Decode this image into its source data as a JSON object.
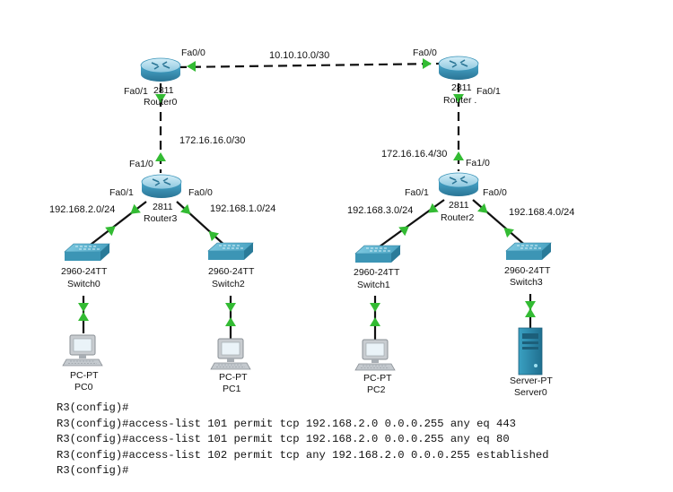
{
  "links": {
    "wan": "10.10.10.0/30",
    "router0_router3": "172.16.16.0/30",
    "router1_router2": "172.16.16.4/30",
    "router3_switch0": "192.168.2.0/24",
    "router3_switch2": "192.168.1.0/24",
    "router2_switch1": "192.168.3.0/24",
    "router2_switch3": "192.168.4.0/24"
  },
  "ports": {
    "router0_fa00": "Fa0/0",
    "router0_fa01": "Fa0/1",
    "router1_fa00": "Fa0/0",
    "router1_fa01": "Fa0/1",
    "router3_fa10": "Fa1/0",
    "router3_fa01": "Fa0/1",
    "router3_fa00": "Fa0/0",
    "router2_fa10": "Fa1/0",
    "router2_fa01": "Fa0/1",
    "router2_fa00": "Fa0/0"
  },
  "devices": {
    "router0": {
      "model": "2811",
      "name": "Router0"
    },
    "router1": {
      "model": "2811",
      "name": "Router ."
    },
    "router3": {
      "model": "2811",
      "name": "Router3"
    },
    "router2": {
      "model": "2811",
      "name": "Router2"
    },
    "switch0": {
      "model": "2960-24TT",
      "name": "Switch0"
    },
    "switch2": {
      "model": "2960-24TT",
      "name": "Switch2"
    },
    "switch1": {
      "model": "2960-24TT",
      "name": "Switch1"
    },
    "switch3": {
      "model": "2960-24TT",
      "name": "Switch3"
    },
    "pc0": {
      "model": "PC-PT",
      "name": "PC0"
    },
    "pc1": {
      "model": "PC-PT",
      "name": "PC1"
    },
    "pc2": {
      "model": "PC-PT",
      "name": "PC2"
    },
    "server0": {
      "model": "Server-PT",
      "name": "Server0"
    }
  },
  "cli": [
    "R3(config)#",
    "R3(config)#access-list 101 permit tcp 192.168.2.0 0.0.0.255 any eq 443",
    "R3(config)#access-list 101 permit tcp 192.168.2.0 0.0.0.255 any eq 80",
    "R3(config)#access-list 102 permit tcp any 192.168.2.0 0.0.0.255 established",
    "R3(config)#"
  ],
  "colors": {
    "link": "#111111",
    "link_up": "#33bb33",
    "router_top": "#a9d6e8",
    "router_side": "#3a94b8",
    "switch_top": "#5ab3cf",
    "switch_side": "#2c7f9e",
    "server": "#2f8fb0"
  }
}
